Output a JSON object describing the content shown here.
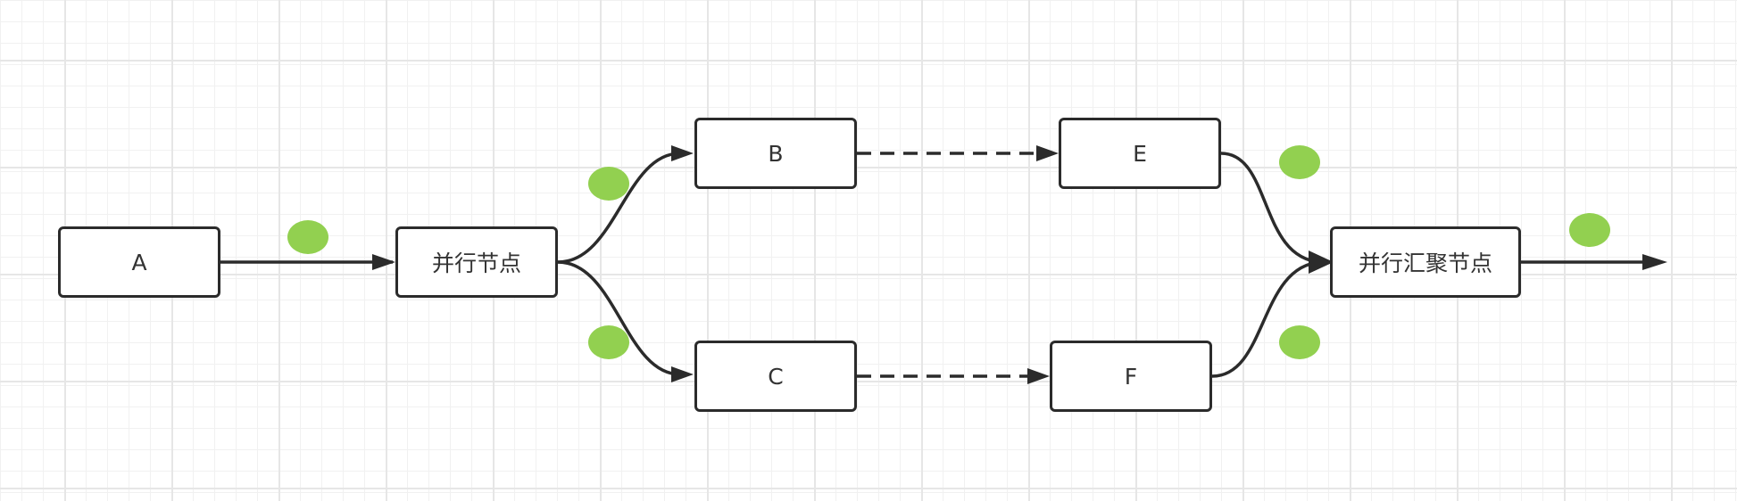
{
  "nodes": {
    "a": "A",
    "parallel": "并行节点",
    "b": "B",
    "c": "C",
    "e": "E",
    "f": "F",
    "join": "并行汇聚节点"
  },
  "colors": {
    "node_border": "#2b2b2b",
    "edge": "#2b2b2b",
    "token": "#92d050",
    "grid_major": "#e6e6e6",
    "grid_minor": "#f1f1f1"
  }
}
